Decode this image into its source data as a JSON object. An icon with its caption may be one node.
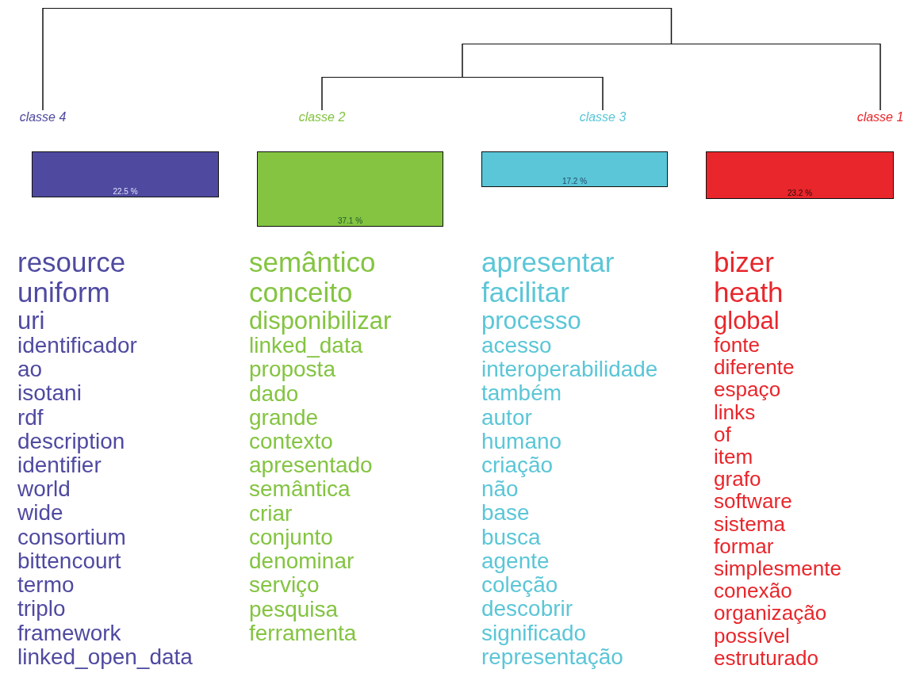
{
  "diagram": {
    "nodes": [
      {
        "text": [],
        "shape": "bar"
      },
      {
        "text": [],
        "shape": "bar"
      },
      {
        "text": [],
        "shape": "bar"
      },
      {
        "text": [
          "classe 4"
        ]
      },
      {
        "text": [
          "classe 2"
        ]
      },
      {
        "text": [
          "classe 3"
        ]
      },
      {
        "text": [
          "classe 1"
        ]
      },
      {
        "text": [
          "22.5 %"
        ],
        "beside": [
          "resource",
          "uniform",
          "uri",
          "identificador",
          "ao",
          "isotani",
          "rdf",
          "description",
          "identifier",
          "world",
          "wide",
          "consortium",
          "bittencourt",
          "termo",
          "triplo",
          "framework",
          "linked_open_data"
        ]
      },
      {
        "text": [
          "37.1 %"
        ],
        "beside": [
          "semântico",
          "conceito",
          "disponibilizar",
          "linked_data",
          "proposta",
          "dado",
          "grande",
          "contexto",
          "apresentado",
          "semântica",
          "criar",
          "conjunto",
          "denominar",
          "serviço",
          "pesquisa",
          "ferramenta"
        ]
      },
      {
        "text": [
          "17.2 %"
        ],
        "beside": [
          "apresentar",
          "facilitar",
          "processo",
          "acesso",
          "interoperabilidade",
          "também",
          "autor",
          "humano",
          "criação",
          "não",
          "base",
          "busca",
          "agente",
          "coleção",
          "descobrir",
          "significado",
          "representação"
        ]
      },
      {
        "text": [
          "23.2 %"
        ],
        "beside": [
          "bizer",
          "heath",
          "global",
          "fonte",
          "diferente",
          "espaço",
          "links",
          "of",
          "item",
          "grafo",
          "software",
          "sistema",
          "formar",
          "simplesmente",
          "conexão",
          "organização",
          "possível",
          "estruturado"
        ]
      }
    ],
    "edges": [
      {
        "from": 0,
        "to": 3,
        "arrow": "none"
      },
      {
        "from": 0,
        "to": 1,
        "arrow": "none"
      },
      {
        "from": 1,
        "to": 2,
        "arrow": "none"
      },
      {
        "from": 1,
        "to": 6,
        "arrow": "none"
      },
      {
        "from": 2,
        "to": 4,
        "arrow": "none"
      },
      {
        "from": 2,
        "to": 5,
        "arrow": "none"
      }
    ]
  }
}
